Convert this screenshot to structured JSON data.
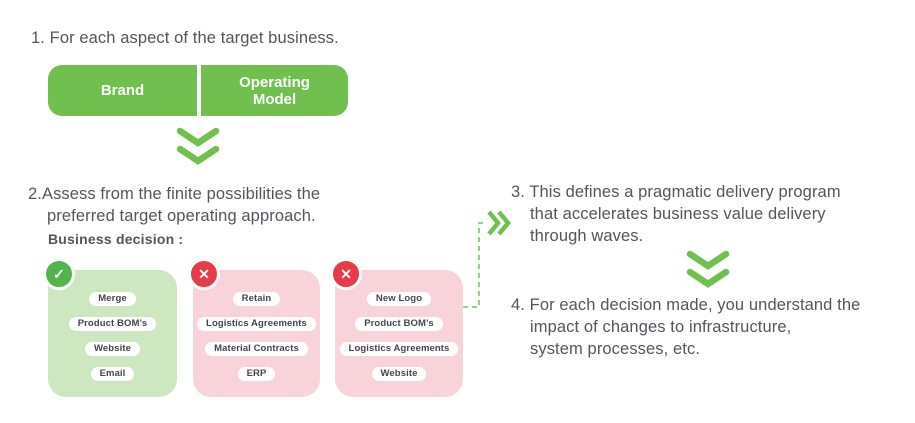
{
  "colors": {
    "green": "#70bf4f",
    "card_green": "#cde7c0",
    "card_pink": "#f8d4da",
    "badge_green": "#53b44e",
    "badge_red": "#e73c47",
    "text": "#55555e"
  },
  "steps": {
    "s1": {
      "l1": "1. For each aspect of the target business."
    },
    "s2": {
      "l1": "2.Assess from the finite possibilities the",
      "l2": "preferred target operating approach."
    },
    "s3": {
      "l1": "3. This defines a pragmatic delivery program",
      "l2": "that accelerates business value delivery",
      "l3": "through waves."
    },
    "s4": {
      "l1": "4. For each decision made, you understand the",
      "l2": "impact of changes to infrastructure,",
      "l3": "system processes, etc."
    }
  },
  "aspects": {
    "brand": "Brand",
    "operating_model": "Operating Model"
  },
  "business_decision_label": "Business decision :",
  "cards": [
    {
      "status": "approved",
      "icon": "check-icon",
      "glyph": "✓",
      "items": [
        "Merge",
        "Product BOM’s",
        "Website",
        "Email"
      ]
    },
    {
      "status": "rejected",
      "icon": "cross-icon",
      "glyph": "✕",
      "items": [
        "Retain",
        "Logistics Agreements",
        "Material Contracts",
        "ERP"
      ]
    },
    {
      "status": "rejected",
      "icon": "cross-icon",
      "glyph": "✕",
      "items": [
        "New Logo",
        "Product BOM’s",
        "Logistics Agreements",
        "Website"
      ]
    }
  ]
}
